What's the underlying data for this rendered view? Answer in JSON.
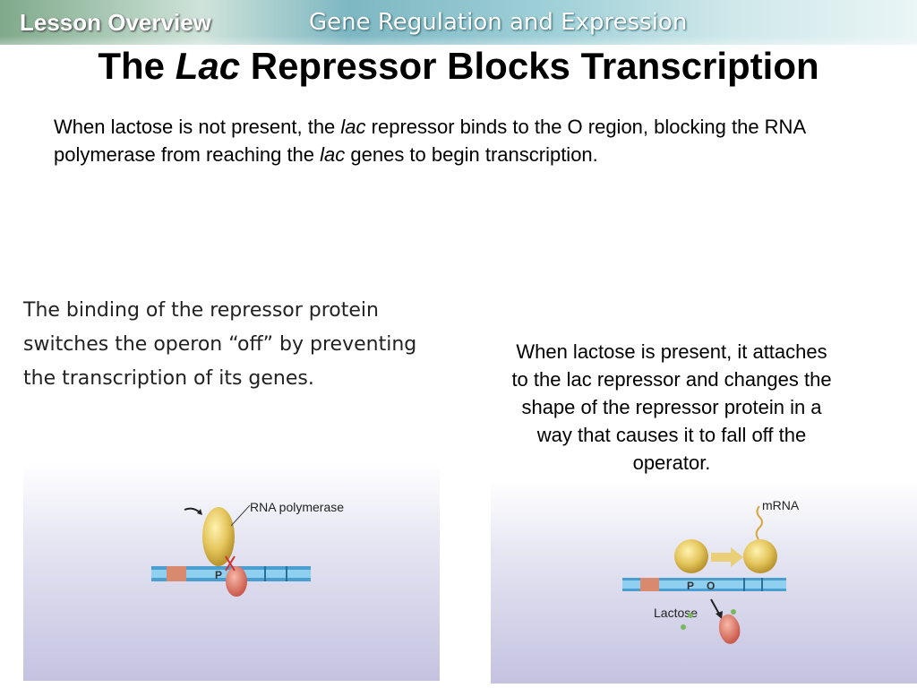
{
  "header": {
    "lesson_label": "Lesson Overview",
    "subject": "Gene Regulation and Expression"
  },
  "title": {
    "part1": "The ",
    "italic": "Lac",
    "part2": " Repressor Blocks Transcription"
  },
  "intro": {
    "t1": "When lactose is not present, the ",
    "i1": "lac",
    "t2": " repressor binds to the O region, blocking the RNA polymerase from reaching the ",
    "i2": "lac",
    "t3": " genes to begin transcription."
  },
  "left_note": "The binding of the repressor protein switches the operon “off” by preventing the transcription of its genes.",
  "right_note": {
    "l1": "When lactose is present, it attaches",
    "l2": "to the lac repressor and changes the",
    "l3": "shape of the repressor protein in a",
    "l4": "way that causes it to fall off the",
    "l5": "operator."
  },
  "figure_left": {
    "polymerase_label": "RNA polymerase",
    "promoter_label": "P"
  },
  "figure_right": {
    "mrna_label": "mRNA",
    "promoter_label": "P",
    "operator_label": "O",
    "lactose_label": "Lactose"
  },
  "colors": {
    "dna": "#4a9fd0",
    "promoter": "#d98a6e",
    "polymerase": "#e3c45a",
    "repressor": "#e07a6a",
    "lactose": "#7ab860"
  }
}
